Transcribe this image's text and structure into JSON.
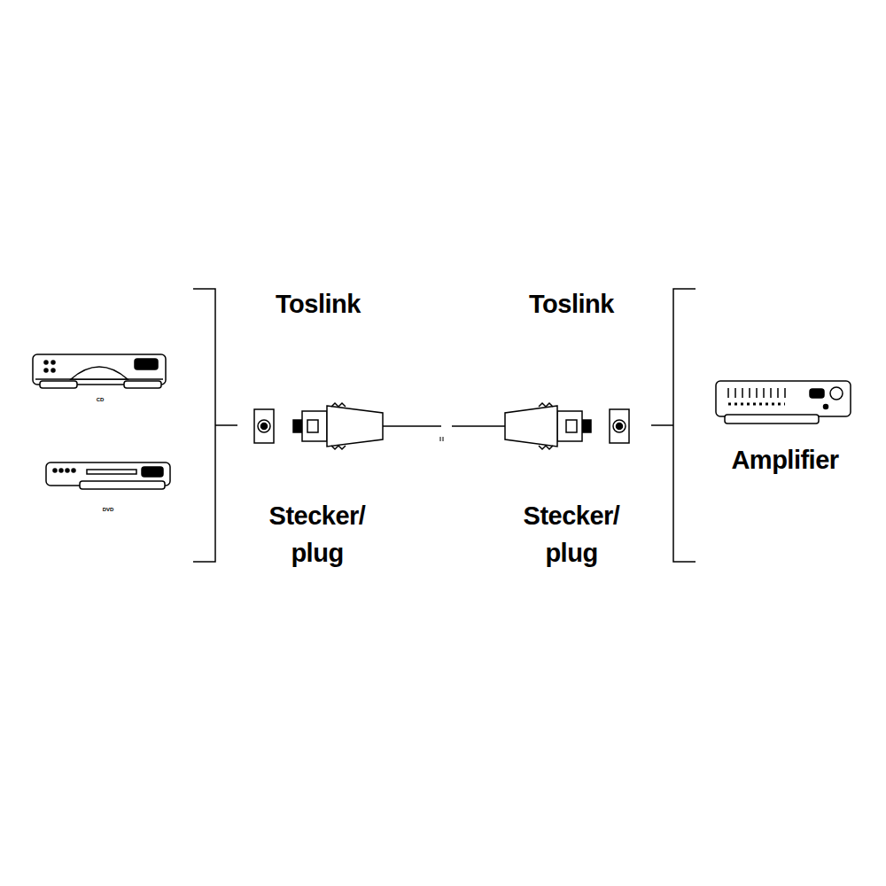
{
  "diagram": {
    "labels": [
      "CD",
      "DVD",
      "Toslink",
      "Toslink",
      "Stecker/ plug",
      "Stecker/ plug",
      "Amplifier"
    ]
  }
}
